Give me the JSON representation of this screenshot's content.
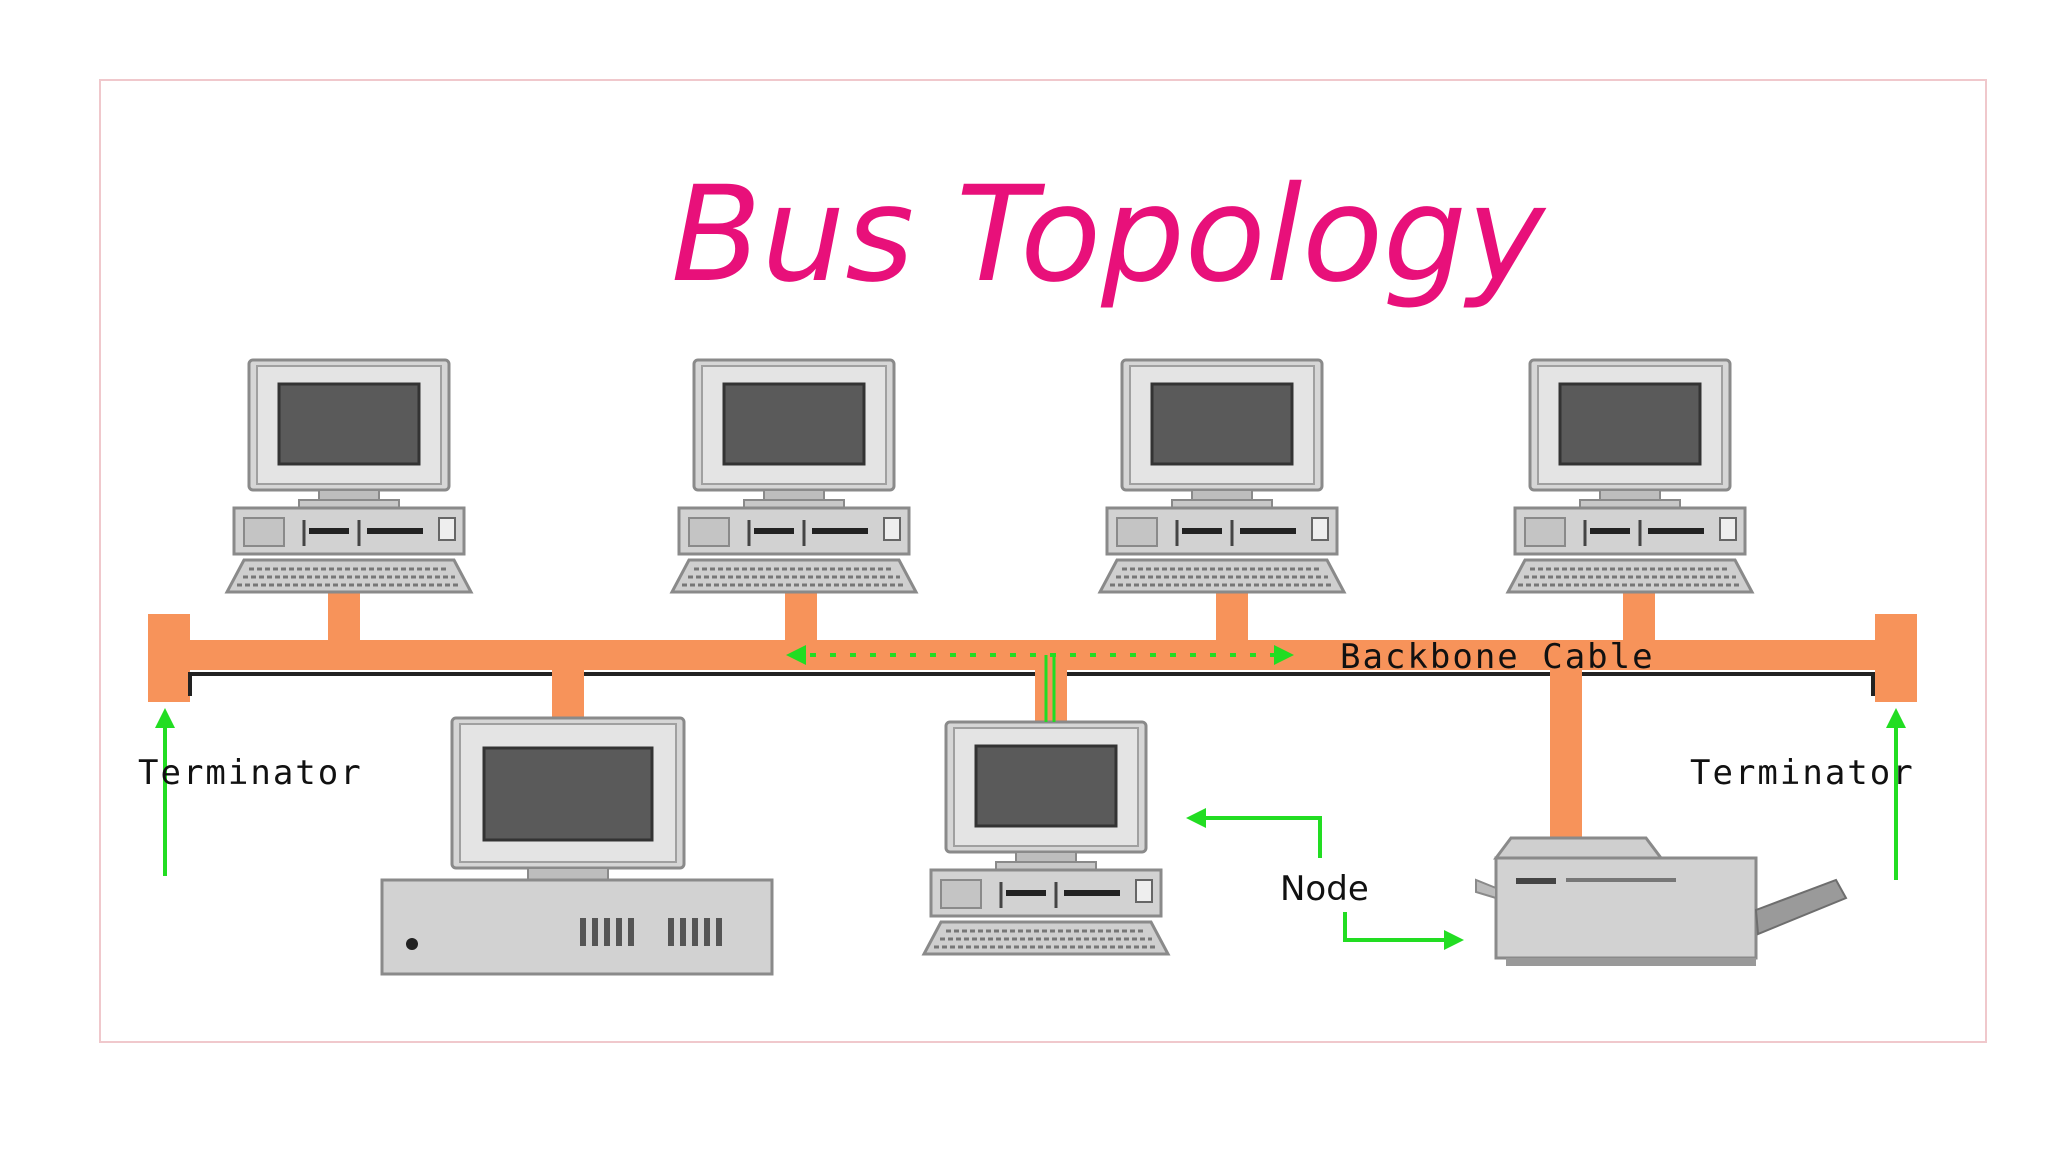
{
  "diagram": {
    "title": "Bus Topology",
    "labels": {
      "backbone": "Backbone Cable",
      "terminator_left": "Terminator",
      "terminator_right": "Terminator",
      "node": "Node"
    },
    "colors": {
      "title": "#e8107a",
      "cable": "#f7935a",
      "arrow": "#22dd22",
      "frame": "#f0c8cc",
      "device_body": "#d6d6d6",
      "screen": "#5a5a5a"
    },
    "devices": [
      "computer-top-1",
      "computer-top-2",
      "computer-top-3",
      "computer-top-4",
      "server-bottom",
      "computer-bottom",
      "printer"
    ]
  }
}
